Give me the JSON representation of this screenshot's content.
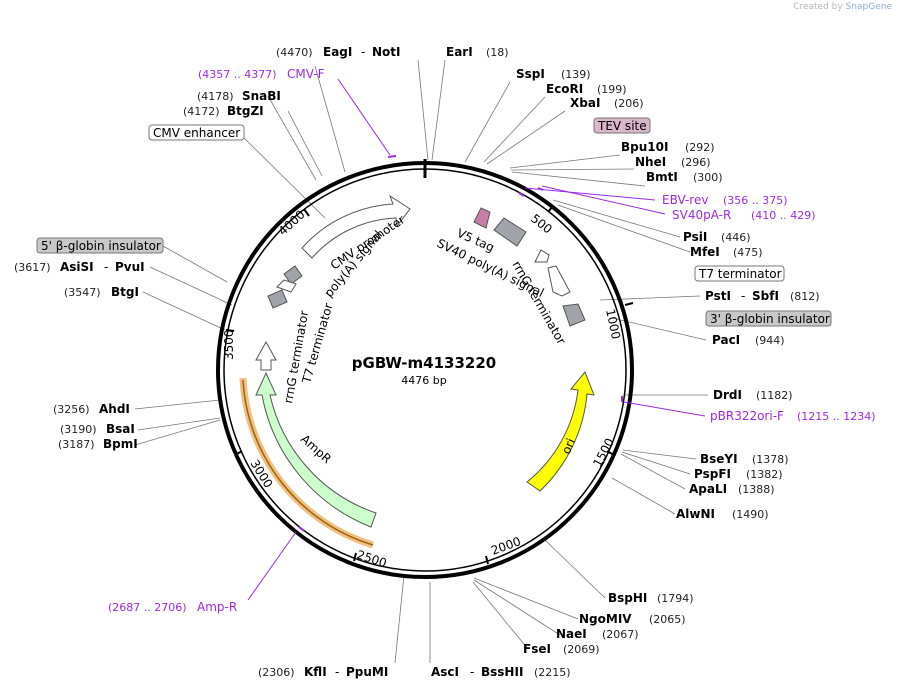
{
  "credit": {
    "prefix": "Created by",
    "brand": "SnapGene"
  },
  "plasmid": {
    "name": "pGBW-m4133220",
    "size": "4476 bp"
  },
  "ticks": [
    "500",
    "1000",
    "1500",
    "2000",
    "2500",
    "3000",
    "3500",
    "4000"
  ],
  "sites": {
    "eagnot": {
      "pos": "(4470)",
      "a": "EagI",
      "sep": "-",
      "b": "NotI"
    },
    "eari": {
      "name": "EarI",
      "pos": "(18)"
    },
    "sspi": {
      "name": "SspI",
      "pos": "(139)"
    },
    "ecori": {
      "name": "EcoRI",
      "pos": "(199)"
    },
    "xbai": {
      "name": "XbaI",
      "pos": "(206)"
    },
    "bpu10i": {
      "name": "Bpu10I",
      "pos": "(292)"
    },
    "nhei": {
      "name": "NheI",
      "pos": "(296)"
    },
    "bmti": {
      "name": "BmtI",
      "pos": "(300)"
    },
    "psii": {
      "name": "PsiI",
      "pos": "(446)"
    },
    "mfei": {
      "name": "MfeI",
      "pos": "(475)"
    },
    "pstsbf": {
      "a": "PstI",
      "sep": "-",
      "b": "SbfI",
      "pos": "(812)"
    },
    "paci": {
      "name": "PacI",
      "pos": "(944)"
    },
    "drdi": {
      "name": "DrdI",
      "pos": "(1182)"
    },
    "bseyi": {
      "name": "BseYI",
      "pos": "(1378)"
    },
    "pspfi": {
      "name": "PspFI",
      "pos": "(1382)"
    },
    "apali": {
      "name": "ApaLI",
      "pos": "(1388)"
    },
    "alwni": {
      "name": "AlwNI",
      "pos": "(1490)"
    },
    "bsphi": {
      "name": "BspHI",
      "pos": "(1794)"
    },
    "ngomiv": {
      "name": "NgoMIV",
      "pos": "(2065)"
    },
    "naei": {
      "name": "NaeI",
      "pos": "(2067)"
    },
    "fsei": {
      "name": "FseI",
      "pos": "(2069)"
    },
    "ascbss": {
      "a": "AscI",
      "sep": "-",
      "b": "BssHII",
      "pos": "(2215)"
    },
    "kflppu": {
      "pos": "(2306)",
      "a": "KflI",
      "sep": "-",
      "b": "PpuMI"
    },
    "bpmi": {
      "name": "BpmI",
      "pos": "(3187)"
    },
    "bsai": {
      "name": "BsaI",
      "pos": "(3190)"
    },
    "ahdi": {
      "name": "AhdI",
      "pos": "(3256)"
    },
    "btgi": {
      "name": "BtgI",
      "pos": "(3547)"
    },
    "asipvu": {
      "pos": "(3617)",
      "a": "AsiSI",
      "sep": "-",
      "b": "PvuI"
    },
    "btgzi": {
      "name": "BtgZI",
      "pos": "(4172)"
    },
    "snabi": {
      "name": "SnaBI",
      "pos": "(4178)"
    }
  },
  "primers": {
    "cmvf": {
      "range": "(4357 .. 4377)",
      "name": "CMV-F"
    },
    "ebvrev": {
      "name": "EBV-rev",
      "range": "(356 .. 375)"
    },
    "sv40pa": {
      "name": "SV40pA-R",
      "range": "(410 .. 429)"
    },
    "pbr322": {
      "name": "pBR322ori-F",
      "range": "(1215 .. 1234)"
    },
    "ampr": {
      "range": "(2687 .. 2706)",
      "name": "Amp-R"
    }
  },
  "boxed_features": {
    "tev": "TEV site",
    "cmv_enh": "CMV enhancer",
    "bglob5": "5' β-globin insulator",
    "t7term": "T7 terminator",
    "bglob3": "3' β-globin insulator"
  },
  "arc_labels": {
    "cmv_promoter": "CMV promoter",
    "polya_left": "poly(A) signal",
    "v5tag": "V5 tag",
    "sv40polya": "SV40 poly(A) signal",
    "rrng_right": "rrnG terminator",
    "rrng_left": "rrnG terminator",
    "t7_left": "T7 terminator",
    "ampr": "AmpR",
    "ori": "ori"
  },
  "colors": {
    "backbone": "#000000",
    "primer": "#9a2be2",
    "ampr_fill": "#ccffcc",
    "ori_fill": "#ffff00",
    "tev_fill": "#d9b6c9",
    "v5_fill": "#c77da6",
    "grey_box": "#c8c8c8",
    "grey_feature": "#a0a4aa",
    "primer_glow": "#f0c080"
  }
}
